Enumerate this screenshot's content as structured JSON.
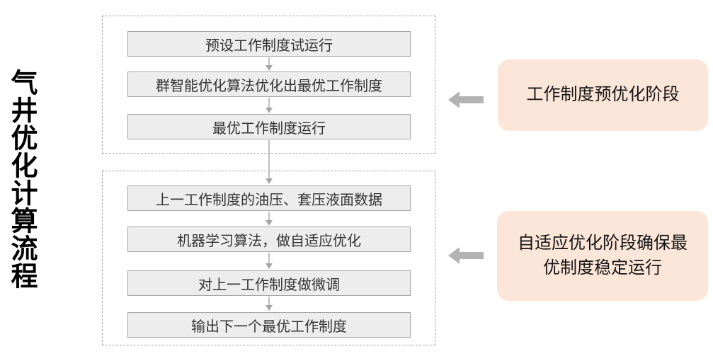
{
  "title": "气井优化计算流程",
  "stage1": {
    "steps": [
      "预设工作制度试运行",
      "群智能优化算法优化出最优工作制度",
      "最优工作制度运行"
    ],
    "callout": "工作制度预优化阶段"
  },
  "stage2": {
    "steps": [
      "上一工作制度的油压、套压液面数据",
      "机器学习算法，做自适应优化",
      "对上一工作制度做微调",
      "输出下一个最优工作制度"
    ],
    "callout": "自适应优化阶段确保最优制度稳定运行"
  },
  "colors": {
    "callout_bg": "#fce6d9",
    "box_bg": "#ededed",
    "box_border": "#a6a6a6",
    "dashed_border": "#a6a6a6",
    "connector_arrow": "#a6a6a6",
    "block_arrow": "#b3b3b3",
    "title_text": "#000000",
    "box_text": "#333333",
    "callout_text": "#141414"
  }
}
